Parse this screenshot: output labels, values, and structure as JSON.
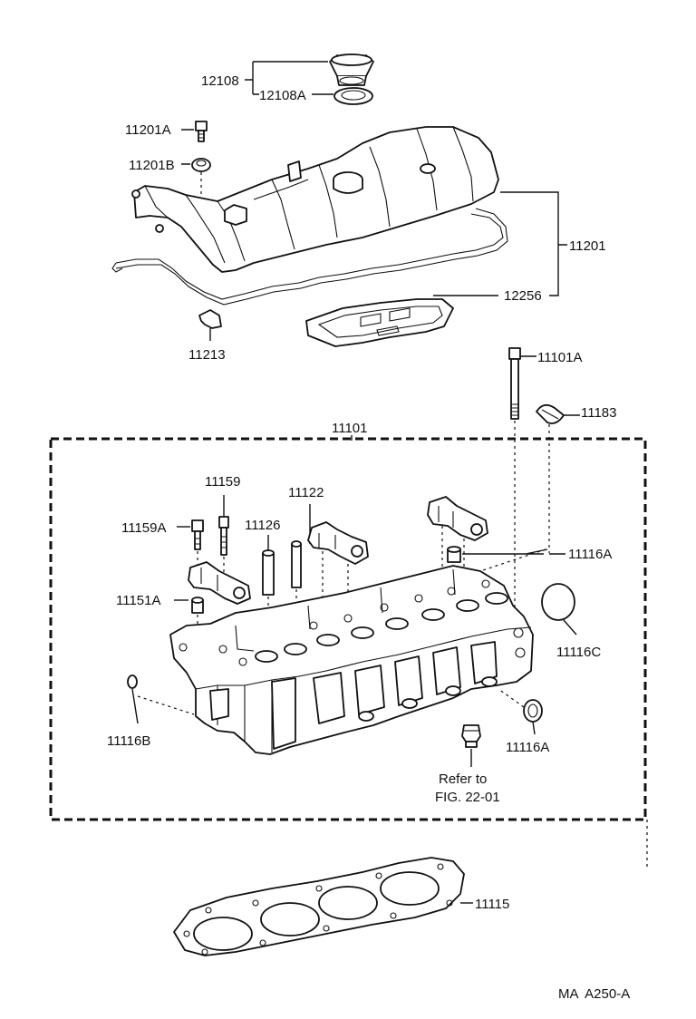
{
  "diagram": {
    "labels": {
      "p12108": "12108",
      "p12108A": "12108A",
      "p11201A": "11201A",
      "p11201B": "11201B",
      "p11201": "11201",
      "p12256": "12256",
      "p11213": "11213",
      "p11101A": "11101A",
      "p11183": "11183",
      "p11101": "11101",
      "p11159": "11159",
      "p11159A": "11159A",
      "p11122": "11122",
      "p11126": "11126",
      "p11116A_top": "11116A",
      "p11151A": "11151A",
      "p11116C": "11116C",
      "p11116B": "11116B",
      "p11116A_bottom": "11116A",
      "refer_line1": "Refer to",
      "refer_line2": "FIG. 22-01",
      "p11115": "11115"
    },
    "figure_code": "MA  A250-A"
  }
}
